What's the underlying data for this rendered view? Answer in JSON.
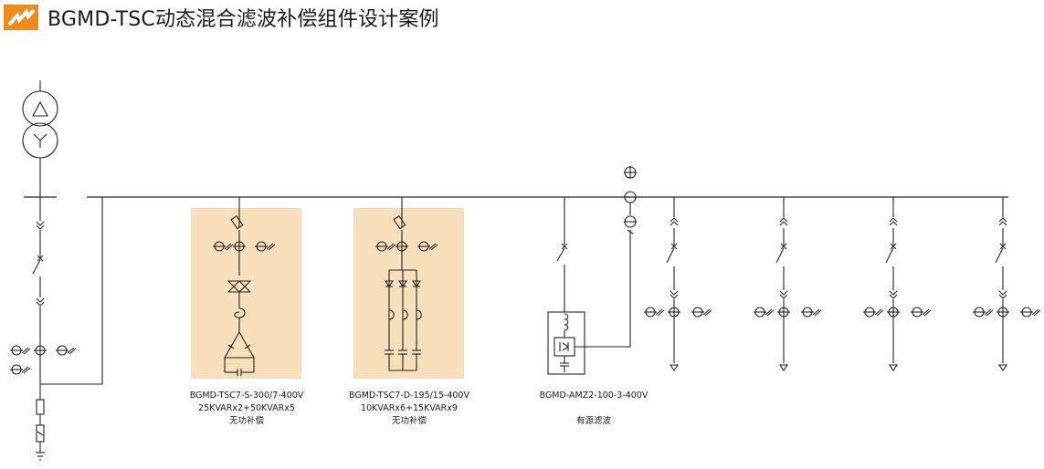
{
  "header": {
    "title": "BGMD-TSC动态混合滤波补偿组件设计案例",
    "logo_color": "#f08a1c"
  },
  "panel_color": "#f7dfbb",
  "modules": [
    {
      "model": "BGMD-TSC7-S-300/7-400V",
      "spec": "25KVARx2+50KVARx5",
      "function": "无功补偿"
    },
    {
      "model": "BGMD-TSC7-D-195/15-400V",
      "spec": "10KVARx6+15KVARx9",
      "function": "无功补偿"
    },
    {
      "model": "BGMD-AMZ2-100-3-400V",
      "spec": "",
      "function": "有源滤波"
    }
  ]
}
